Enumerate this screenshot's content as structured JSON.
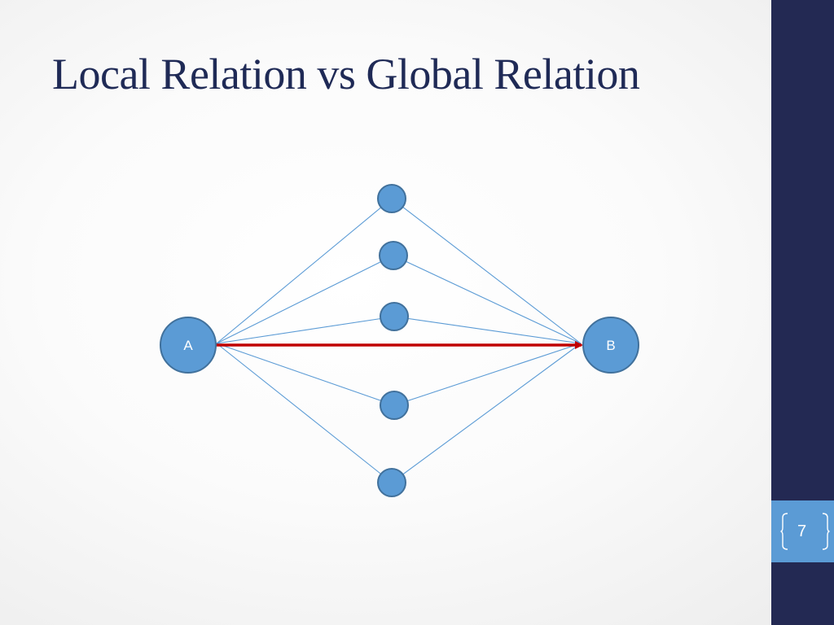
{
  "slide": {
    "title": "Local Relation vs Global Relation",
    "page_number": "7"
  },
  "diagram": {
    "nodes": [
      {
        "id": "A",
        "label": "A"
      },
      {
        "id": "B",
        "label": "B"
      },
      {
        "id": "m1",
        "label": ""
      },
      {
        "id": "m2",
        "label": ""
      },
      {
        "id": "m3",
        "label": ""
      },
      {
        "id": "m4",
        "label": ""
      },
      {
        "id": "m5",
        "label": ""
      }
    ],
    "edges": [
      {
        "from": "A",
        "to": "m1"
      },
      {
        "from": "m1",
        "to": "B"
      },
      {
        "from": "A",
        "to": "m2"
      },
      {
        "from": "m2",
        "to": "B"
      },
      {
        "from": "A",
        "to": "m3"
      },
      {
        "from": "m3",
        "to": "B"
      },
      {
        "from": "A",
        "to": "m4"
      },
      {
        "from": "m4",
        "to": "B"
      },
      {
        "from": "A",
        "to": "m5"
      },
      {
        "from": "m5",
        "to": "B"
      },
      {
        "from": "A",
        "to": "B",
        "directed": true,
        "highlight": true
      }
    ]
  },
  "colors": {
    "title": "#1f2a56",
    "sidebar": "#232953",
    "page_box": "#5b9bd5",
    "node_fill": "#5b9bd5",
    "node_stroke": "#41719c",
    "edge": "#5b9bd5",
    "highlight_edge": "#c00000"
  }
}
